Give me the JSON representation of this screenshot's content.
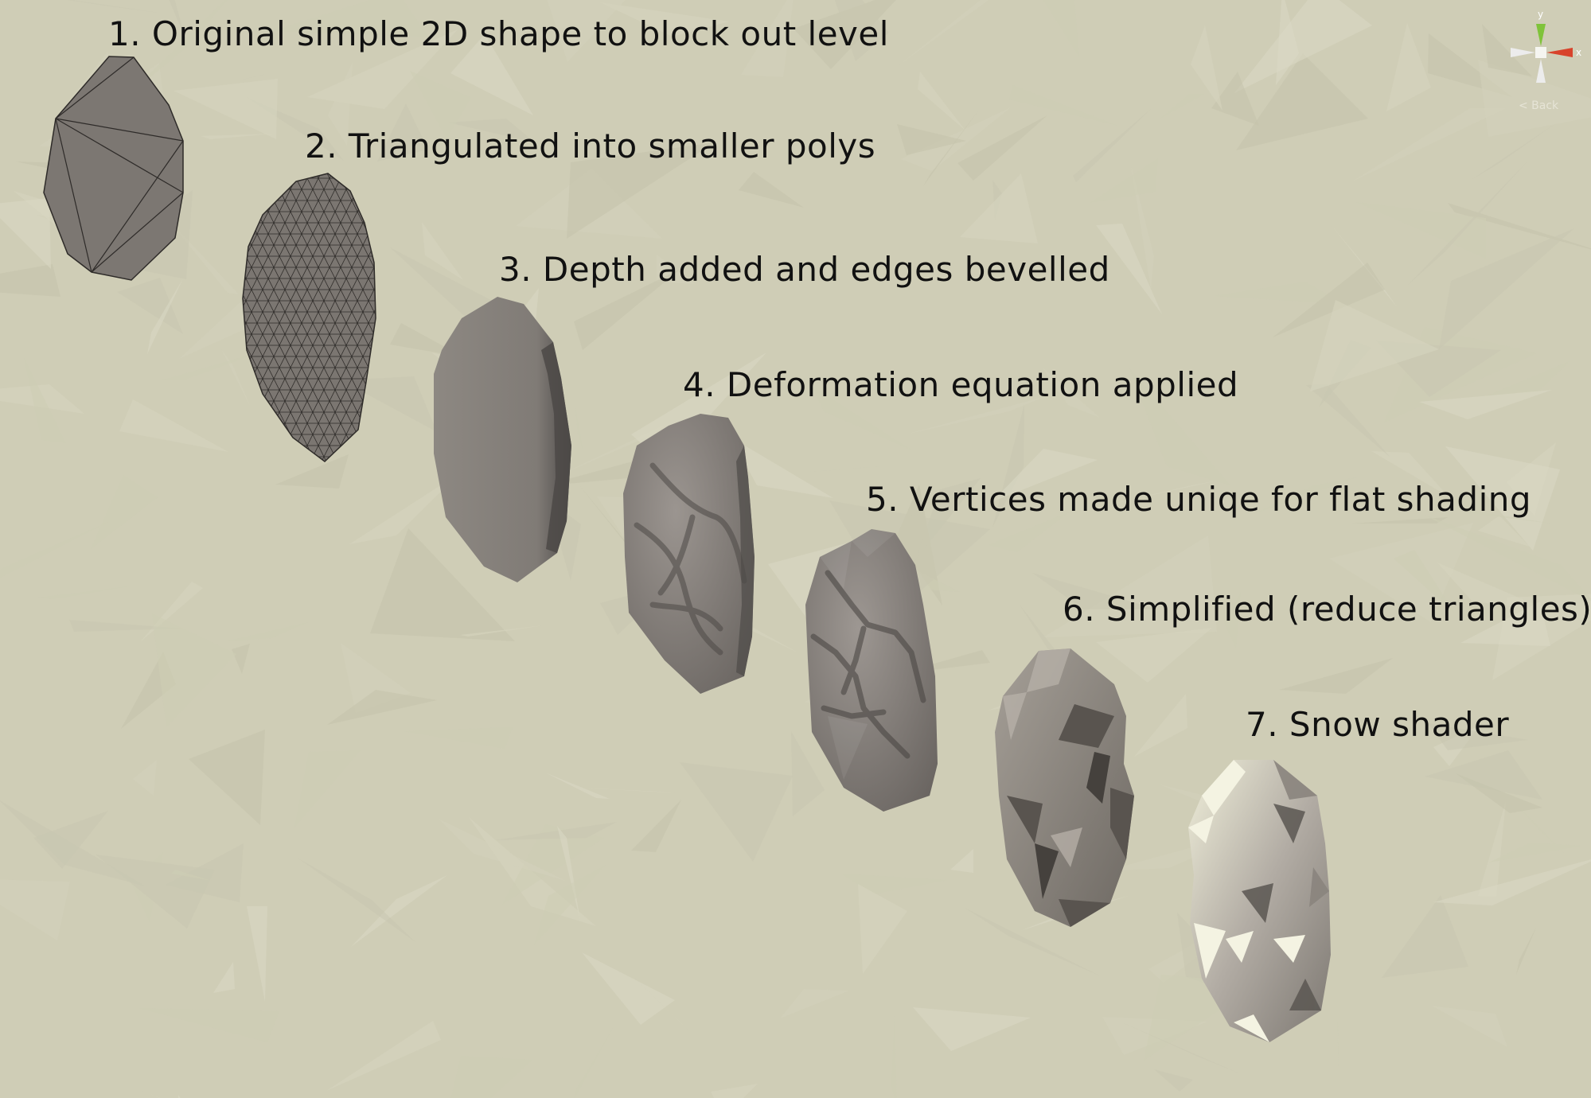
{
  "steps": [
    {
      "label": "1. Original simple 2D shape to block out level"
    },
    {
      "label": "2. Triangulated into smaller polys"
    },
    {
      "label": "3. Depth added and edges bevelled"
    },
    {
      "label": "4. Deformation equation applied"
    },
    {
      "label": "5. Vertices made uniqe for flat shading"
    },
    {
      "label": "6. Simplified (reduce triangles)"
    },
    {
      "label": "7. Snow shader"
    }
  ],
  "gizmo": {
    "y_label": "y",
    "x_label": "x",
    "back_label": "< Back",
    "icon": "scene-orientation-gizmo-icon"
  },
  "colors": {
    "background": "#cfcdb6",
    "label_text": "#111111",
    "rock_flat": "#7d7873",
    "rock_mesh_line": "#2f2c2a",
    "axis_x": "#d8432b",
    "axis_y": "#7fc33a",
    "axis_neutral": "#ececec"
  }
}
